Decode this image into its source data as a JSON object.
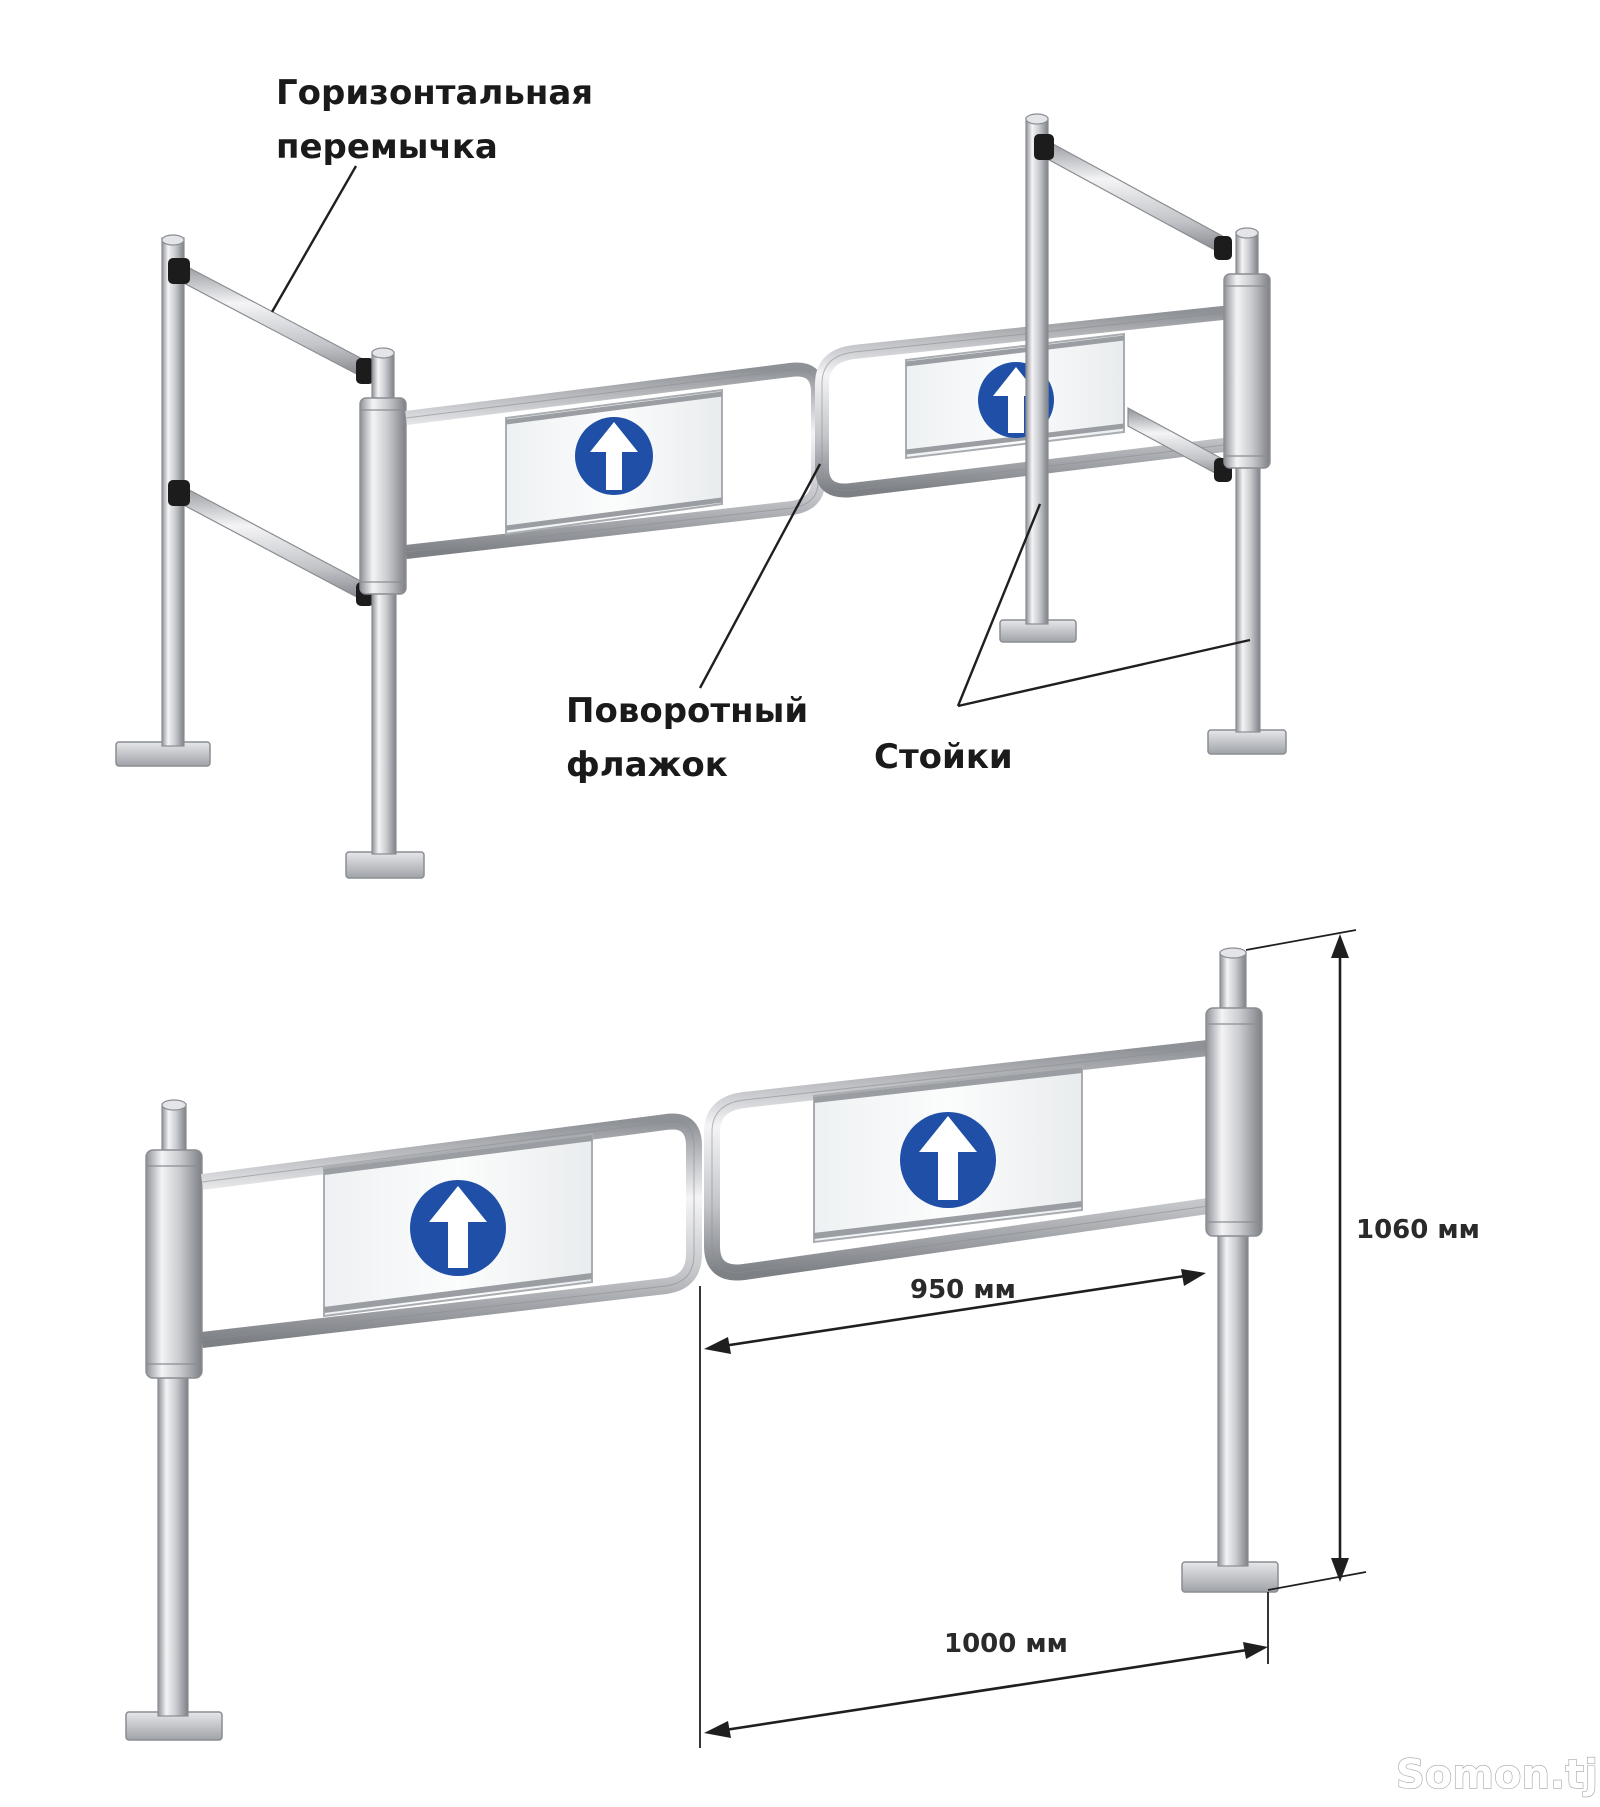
{
  "labels": {
    "crossbar_line1": "Горизонтальная",
    "crossbar_line2": "перемычка",
    "flag_line1": "Поворотный",
    "flag_line2": "флажок",
    "posts": "Стойки"
  },
  "dimensions": {
    "height": "1060 мм",
    "flag_width": "950 мм",
    "post_spacing": "1000 мм"
  },
  "watermark": "Somon.tj",
  "colors": {
    "steel_light": "#f2f2f4",
    "steel_mid": "#c7c9cd",
    "steel_dark": "#8e9196",
    "cap_black": "#1c1c1c",
    "sign_blue": "#1f4fa6",
    "panel_glass": "#f4f6f7"
  },
  "icons": {
    "sign": "arrow-up-icon"
  }
}
